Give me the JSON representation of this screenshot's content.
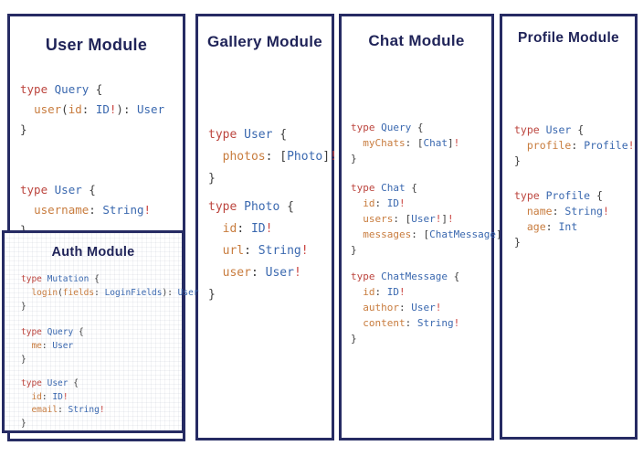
{
  "colors": {
    "panel_border": "#262b63",
    "title_text": "#1f2358",
    "code_keyword": "#bc453e",
    "code_type": "#3a68af",
    "code_field": "#c87c3e",
    "code_bang": "#ca4440",
    "code_punct": "#3d3d3d"
  },
  "modules": [
    {
      "title": "User Module",
      "blocks": [
        [
          [
            {
              "c": "kw",
              "t": "type "
            },
            {
              "c": "ty",
              "t": "Query"
            },
            {
              "c": "pu",
              "t": " {"
            }
          ],
          [
            {
              "c": "pu",
              "t": "  "
            },
            {
              "c": "fl",
              "t": "user"
            },
            {
              "c": "pu",
              "t": "("
            },
            {
              "c": "fl",
              "t": "id"
            },
            {
              "c": "pu",
              "t": ": "
            },
            {
              "c": "ty",
              "t": "ID"
            },
            {
              "c": "bg",
              "t": "!"
            },
            {
              "c": "pu",
              "t": "): "
            },
            {
              "c": "ty",
              "t": "User"
            }
          ],
          [
            {
              "c": "pu",
              "t": "}"
            }
          ]
        ],
        [
          [
            {
              "c": "kw",
              "t": "type "
            },
            {
              "c": "ty",
              "t": "User"
            },
            {
              "c": "pu",
              "t": " {"
            }
          ],
          [
            {
              "c": "pu",
              "t": "  "
            },
            {
              "c": "fl",
              "t": "username"
            },
            {
              "c": "pu",
              "t": ": "
            },
            {
              "c": "ty",
              "t": "String"
            },
            {
              "c": "bg",
              "t": "!"
            }
          ],
          [
            {
              "c": "pu",
              "t": "}"
            }
          ]
        ]
      ]
    },
    {
      "title": "Auth Module",
      "blocks": [
        [
          [
            {
              "c": "kw",
              "t": "type "
            },
            {
              "c": "ty",
              "t": "Mutation"
            },
            {
              "c": "pu",
              "t": " {"
            }
          ],
          [
            {
              "c": "pu",
              "t": "  "
            },
            {
              "c": "fl",
              "t": "login"
            },
            {
              "c": "pu",
              "t": "("
            },
            {
              "c": "fl",
              "t": "fields"
            },
            {
              "c": "pu",
              "t": ": "
            },
            {
              "c": "ty",
              "t": "LoginFields"
            },
            {
              "c": "pu",
              "t": "): "
            },
            {
              "c": "ty",
              "t": "User"
            }
          ],
          [
            {
              "c": "pu",
              "t": "}"
            }
          ]
        ],
        [
          [
            {
              "c": "kw",
              "t": "type "
            },
            {
              "c": "ty",
              "t": "Query"
            },
            {
              "c": "pu",
              "t": " {"
            }
          ],
          [
            {
              "c": "pu",
              "t": "  "
            },
            {
              "c": "fl",
              "t": "me"
            },
            {
              "c": "pu",
              "t": ": "
            },
            {
              "c": "ty",
              "t": "User"
            }
          ],
          [
            {
              "c": "pu",
              "t": "}"
            }
          ]
        ],
        [
          [
            {
              "c": "kw",
              "t": "type "
            },
            {
              "c": "ty",
              "t": "User"
            },
            {
              "c": "pu",
              "t": " {"
            }
          ],
          [
            {
              "c": "pu",
              "t": "  "
            },
            {
              "c": "fl",
              "t": "id"
            },
            {
              "c": "pu",
              "t": ": "
            },
            {
              "c": "ty",
              "t": "ID"
            },
            {
              "c": "bg",
              "t": "!"
            }
          ],
          [
            {
              "c": "pu",
              "t": "  "
            },
            {
              "c": "fl",
              "t": "email"
            },
            {
              "c": "pu",
              "t": ": "
            },
            {
              "c": "ty",
              "t": "String"
            },
            {
              "c": "bg",
              "t": "!"
            }
          ],
          [
            {
              "c": "pu",
              "t": "}"
            }
          ]
        ]
      ]
    },
    {
      "title": "Gallery Module",
      "blocks": [
        [
          [
            {
              "c": "kw",
              "t": "type "
            },
            {
              "c": "ty",
              "t": "User"
            },
            {
              "c": "pu",
              "t": " {"
            }
          ],
          [
            {
              "c": "pu",
              "t": "  "
            },
            {
              "c": "fl",
              "t": "photos"
            },
            {
              "c": "pu",
              "t": ": ["
            },
            {
              "c": "ty",
              "t": "Photo"
            },
            {
              "c": "pu",
              "t": "]"
            },
            {
              "c": "bg",
              "t": "!"
            }
          ],
          [
            {
              "c": "pu",
              "t": "}"
            }
          ]
        ],
        [
          [
            {
              "c": "kw",
              "t": "type "
            },
            {
              "c": "ty",
              "t": "Photo"
            },
            {
              "c": "pu",
              "t": " {"
            }
          ],
          [
            {
              "c": "pu",
              "t": "  "
            },
            {
              "c": "fl",
              "t": "id"
            },
            {
              "c": "pu",
              "t": ": "
            },
            {
              "c": "ty",
              "t": "ID"
            },
            {
              "c": "bg",
              "t": "!"
            }
          ],
          [
            {
              "c": "pu",
              "t": "  "
            },
            {
              "c": "fl",
              "t": "url"
            },
            {
              "c": "pu",
              "t": ": "
            },
            {
              "c": "ty",
              "t": "String"
            },
            {
              "c": "bg",
              "t": "!"
            }
          ],
          [
            {
              "c": "pu",
              "t": "  "
            },
            {
              "c": "fl",
              "t": "user"
            },
            {
              "c": "pu",
              "t": ": "
            },
            {
              "c": "ty",
              "t": "User"
            },
            {
              "c": "bg",
              "t": "!"
            }
          ],
          [
            {
              "c": "pu",
              "t": "}"
            }
          ]
        ]
      ]
    },
    {
      "title": "Chat Module",
      "blocks": [
        [
          [
            {
              "c": "kw",
              "t": "type "
            },
            {
              "c": "ty",
              "t": "Query"
            },
            {
              "c": "pu",
              "t": " {"
            }
          ],
          [
            {
              "c": "pu",
              "t": "  "
            },
            {
              "c": "fl",
              "t": "myChats"
            },
            {
              "c": "pu",
              "t": ": ["
            },
            {
              "c": "ty",
              "t": "Chat"
            },
            {
              "c": "pu",
              "t": "]"
            },
            {
              "c": "bg",
              "t": "!"
            }
          ],
          [
            {
              "c": "pu",
              "t": "}"
            }
          ]
        ],
        [
          [
            {
              "c": "kw",
              "t": "type "
            },
            {
              "c": "ty",
              "t": "Chat"
            },
            {
              "c": "pu",
              "t": " {"
            }
          ],
          [
            {
              "c": "pu",
              "t": "  "
            },
            {
              "c": "fl",
              "t": "id"
            },
            {
              "c": "pu",
              "t": ": "
            },
            {
              "c": "ty",
              "t": "ID"
            },
            {
              "c": "bg",
              "t": "!"
            }
          ],
          [
            {
              "c": "pu",
              "t": "  "
            },
            {
              "c": "fl",
              "t": "users"
            },
            {
              "c": "pu",
              "t": ": ["
            },
            {
              "c": "ty",
              "t": "User"
            },
            {
              "c": "bg",
              "t": "!"
            },
            {
              "c": "pu",
              "t": "]"
            },
            {
              "c": "bg",
              "t": "!"
            }
          ],
          [
            {
              "c": "pu",
              "t": "  "
            },
            {
              "c": "fl",
              "t": "messages"
            },
            {
              "c": "pu",
              "t": ": ["
            },
            {
              "c": "ty",
              "t": "ChatMessage"
            },
            {
              "c": "pu",
              "t": "]"
            },
            {
              "c": "bg",
              "t": "!"
            }
          ],
          [
            {
              "c": "pu",
              "t": "}"
            }
          ]
        ],
        [
          [
            {
              "c": "kw",
              "t": "type "
            },
            {
              "c": "ty",
              "t": "ChatMessage"
            },
            {
              "c": "pu",
              "t": " {"
            }
          ],
          [
            {
              "c": "pu",
              "t": "  "
            },
            {
              "c": "fl",
              "t": "id"
            },
            {
              "c": "pu",
              "t": ": "
            },
            {
              "c": "ty",
              "t": "ID"
            },
            {
              "c": "bg",
              "t": "!"
            }
          ],
          [
            {
              "c": "pu",
              "t": "  "
            },
            {
              "c": "fl",
              "t": "author"
            },
            {
              "c": "pu",
              "t": ": "
            },
            {
              "c": "ty",
              "t": "User"
            },
            {
              "c": "bg",
              "t": "!"
            }
          ],
          [
            {
              "c": "pu",
              "t": "  "
            },
            {
              "c": "fl",
              "t": "content"
            },
            {
              "c": "pu",
              "t": ": "
            },
            {
              "c": "ty",
              "t": "String"
            },
            {
              "c": "bg",
              "t": "!"
            }
          ],
          [
            {
              "c": "pu",
              "t": "}"
            }
          ]
        ]
      ]
    },
    {
      "title": "Profile Module",
      "blocks": [
        [
          [
            {
              "c": "kw",
              "t": "type "
            },
            {
              "c": "ty",
              "t": "User"
            },
            {
              "c": "pu",
              "t": " {"
            }
          ],
          [
            {
              "c": "pu",
              "t": "  "
            },
            {
              "c": "fl",
              "t": "profile"
            },
            {
              "c": "pu",
              "t": ": "
            },
            {
              "c": "ty",
              "t": "Profile"
            },
            {
              "c": "bg",
              "t": "!"
            }
          ],
          [
            {
              "c": "pu",
              "t": "}"
            }
          ]
        ],
        [
          [
            {
              "c": "kw",
              "t": "type "
            },
            {
              "c": "ty",
              "t": "Profile"
            },
            {
              "c": "pu",
              "t": " {"
            }
          ],
          [
            {
              "c": "pu",
              "t": "  "
            },
            {
              "c": "fl",
              "t": "name"
            },
            {
              "c": "pu",
              "t": ": "
            },
            {
              "c": "ty",
              "t": "String"
            },
            {
              "c": "bg",
              "t": "!"
            }
          ],
          [
            {
              "c": "pu",
              "t": "  "
            },
            {
              "c": "fl",
              "t": "age"
            },
            {
              "c": "pu",
              "t": ": "
            },
            {
              "c": "ty",
              "t": "Int"
            }
          ],
          [
            {
              "c": "pu",
              "t": "}"
            }
          ]
        ]
      ]
    }
  ]
}
